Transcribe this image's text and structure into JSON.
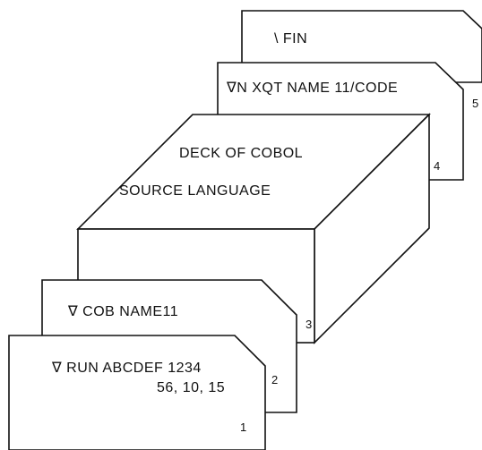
{
  "cards": {
    "fin": {
      "label": "\\ FIN",
      "number": ""
    },
    "xqt": {
      "label": "∇N XQT NAME 11/CODE",
      "number": "5"
    },
    "deck": {
      "line1": "DECK OF COBOL",
      "line2": "SOURCE LANGUAGE",
      "number": "4"
    },
    "cob": {
      "label": "∇ COB NAME11",
      "number": "3"
    },
    "run": {
      "line1": "∇ RUN ABCDEF 1234",
      "line2": "56, 10, 15",
      "number": "2",
      "number_bottom": "1"
    }
  }
}
